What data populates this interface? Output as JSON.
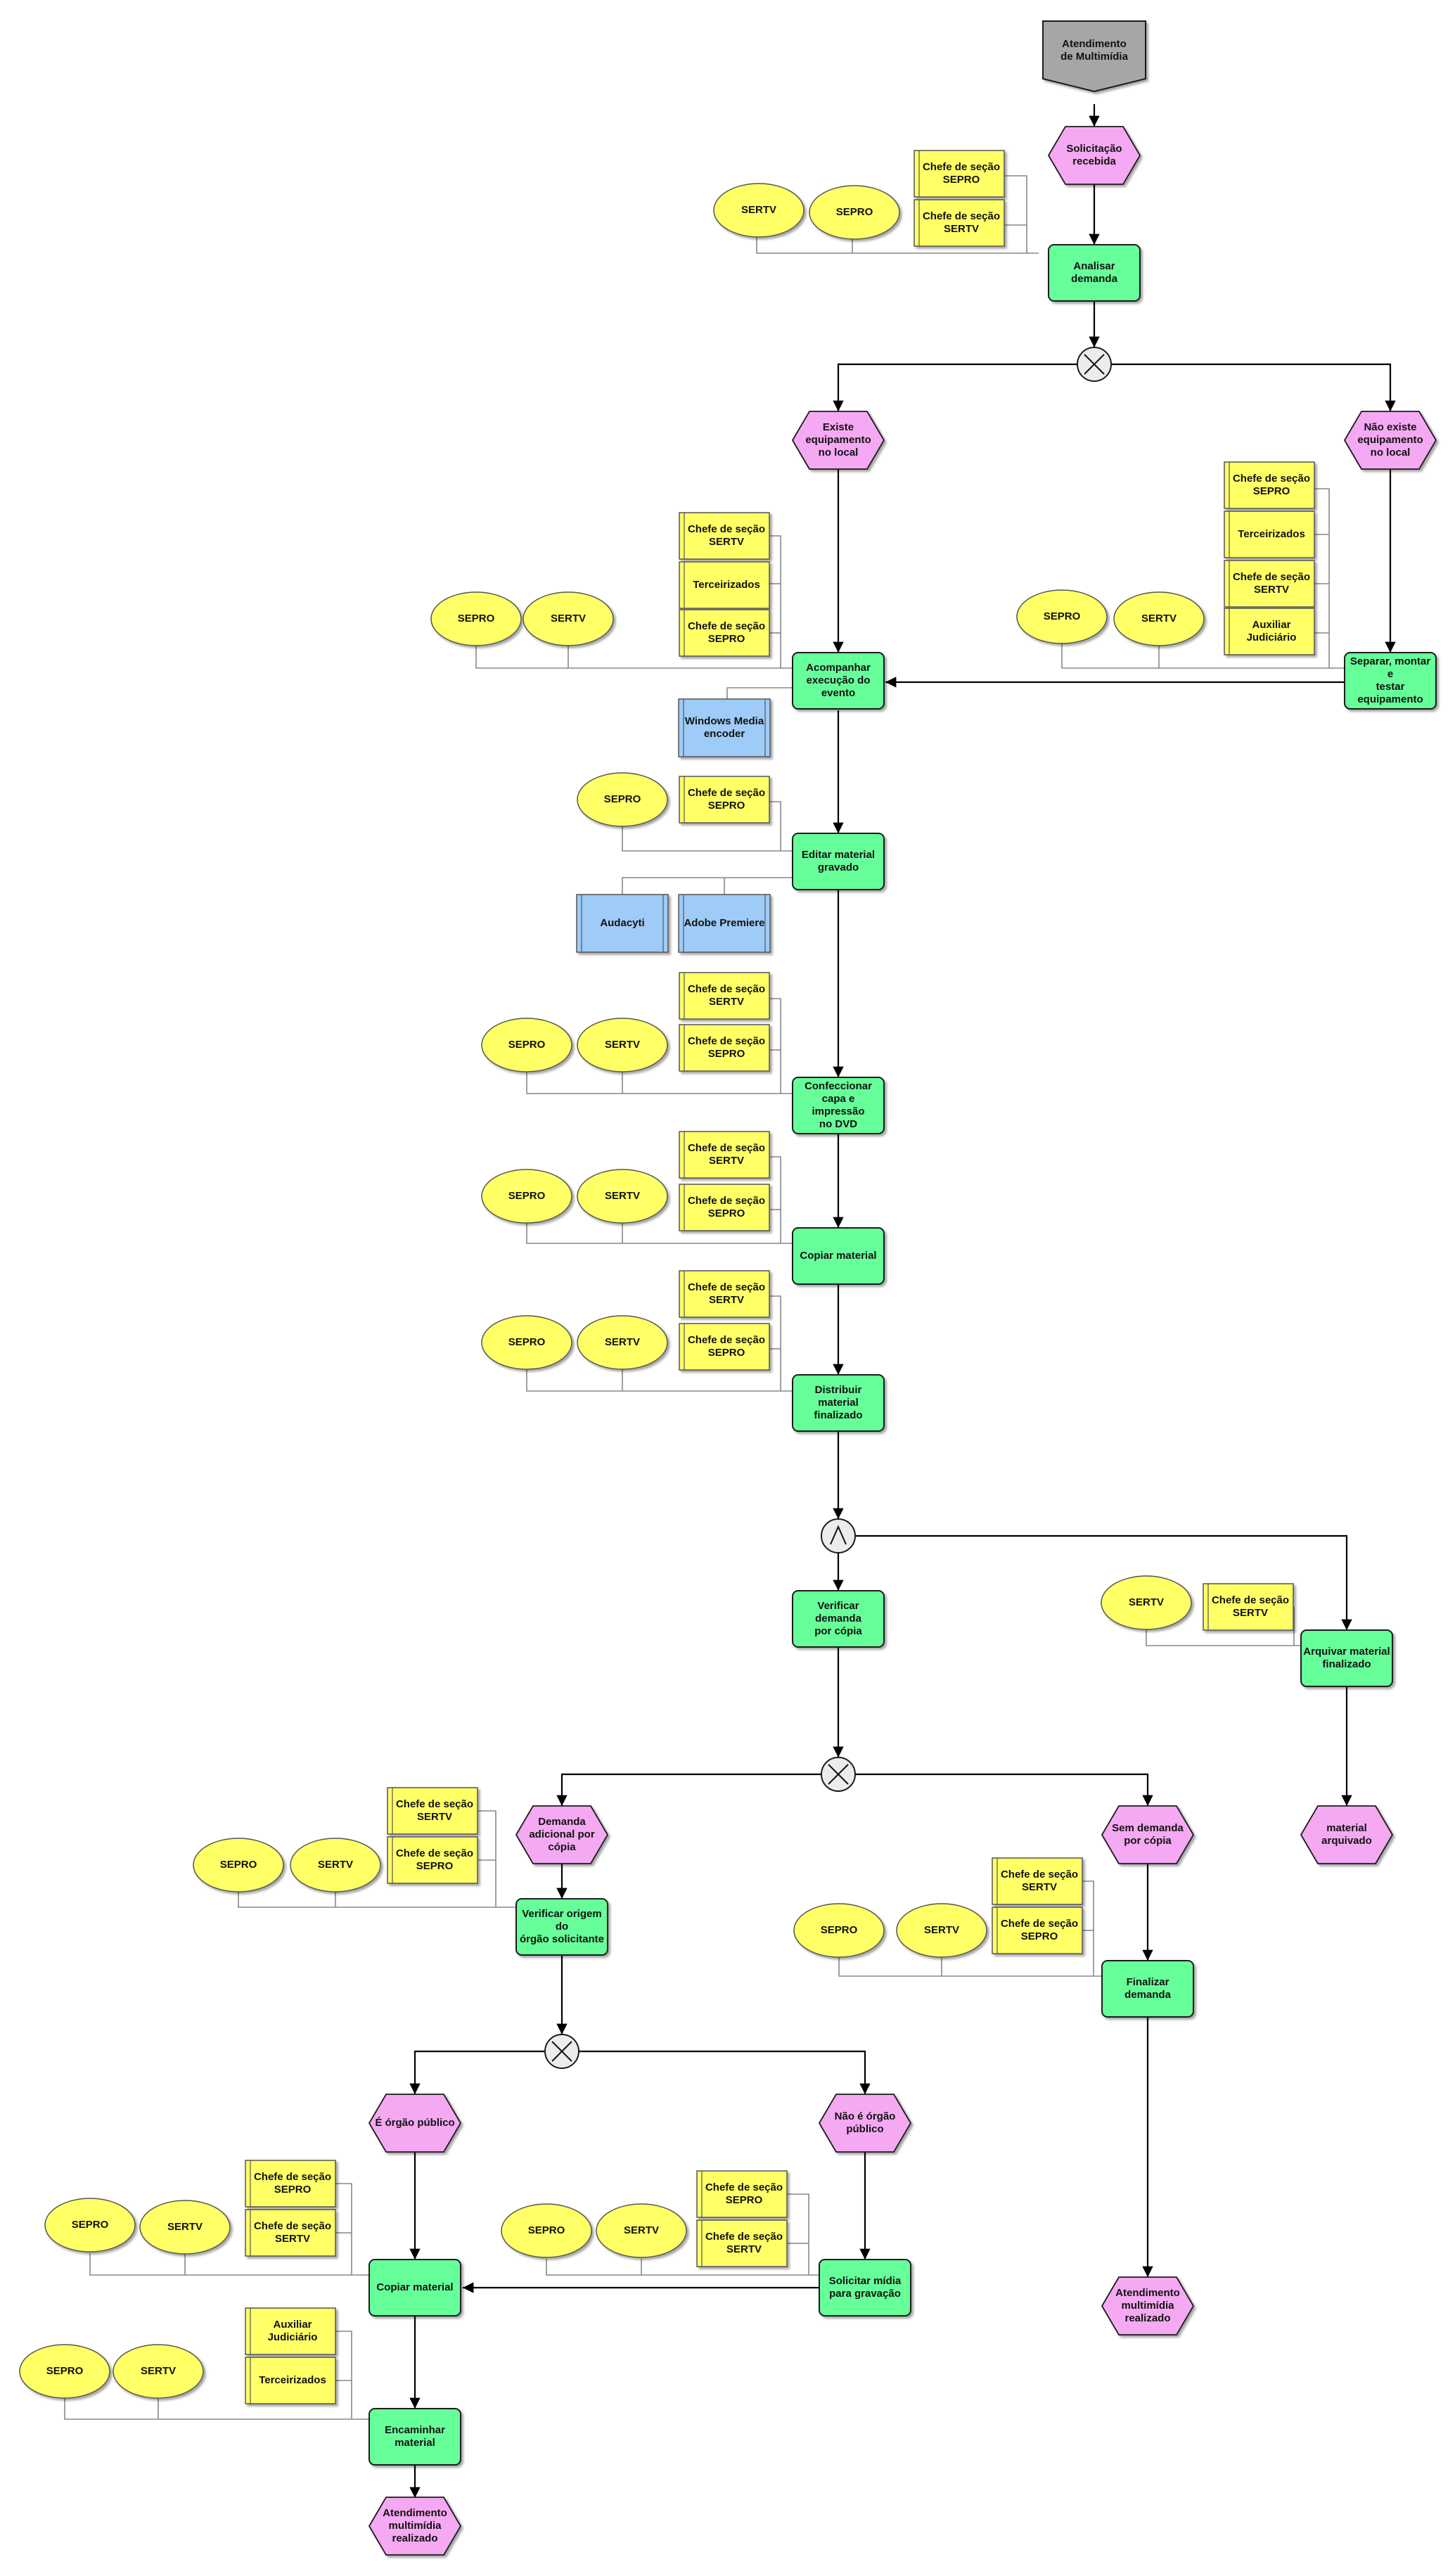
{
  "colors": {
    "function": "#66ff99",
    "event": "#f5a9f2",
    "org_unit": "#ffff66",
    "role": "#ffff66",
    "system": "#9ecbf7",
    "start": "#a6a6a6",
    "connector": "#000000",
    "assoc": "#888888"
  },
  "start_event": [
    "Atendimento",
    "de Multimídia"
  ],
  "events": {
    "solicitacao_recebida": [
      "Solicitação",
      "recebida"
    ],
    "existe_equipamento": [
      "Existe",
      "equipamento",
      "no local"
    ],
    "nao_existe_equipamento": [
      "Não existe",
      "equipamento",
      "no local"
    ],
    "demanda_adicional": [
      "Demanda",
      "adicional por",
      "cópia"
    ],
    "sem_demanda": [
      "Sem demanda",
      "por cópia"
    ],
    "material_arquivado": [
      "material",
      "arquivado"
    ],
    "e_orgao_publico": [
      "É órgão público"
    ],
    "nao_e_orgao_publico": [
      "Não é órgão",
      "público"
    ],
    "atendimento_realizado_1": [
      "Atendimento",
      "multimídia",
      "realizado"
    ],
    "atendimento_realizado_2": [
      "Atendimento",
      "multimídia",
      "realizado"
    ]
  },
  "functions": {
    "analisar_demanda": [
      "Analisar",
      "demanda"
    ],
    "acompanhar_execucao": [
      "Acompanhar",
      "execução do",
      "evento"
    ],
    "separar_montar": [
      "Separar, montar",
      "e",
      "testar",
      "equipamento"
    ],
    "editar_material": [
      "Editar material",
      "gravado"
    ],
    "confeccionar_capa": [
      "Confeccionar",
      "capa e",
      "impressão",
      "no DVD"
    ],
    "copiar_material_1": [
      "Copiar material"
    ],
    "distribuir_material": [
      "Distribuir",
      "material",
      "finalizado"
    ],
    "verificar_demanda": [
      "Verificar",
      "demanda",
      "por cópia"
    ],
    "arquivar_material": [
      "Arquivar material",
      "finalizado"
    ],
    "verificar_origem": [
      "Verificar origem",
      "do",
      "órgão solicitante"
    ],
    "finalizar_demanda": [
      "Finalizar",
      "demanda"
    ],
    "copiar_material_2": [
      "Copiar material"
    ],
    "solicitar_midia": [
      "Solicitar mídia",
      "para gravação"
    ],
    "encaminhar_material": [
      "Encaminhar",
      "material"
    ]
  },
  "connectors": {
    "xor_1": "XOR",
    "and_1": "AND",
    "xor_2": "XOR",
    "xor_3": "XOR"
  },
  "org_units": {
    "sertv": "SERTV",
    "sepro": "SEPRO"
  },
  "roles": {
    "chefe_sepro": [
      "Chefe de seção",
      "SEPRO"
    ],
    "chefe_sertv": [
      "Chefe de seção",
      "SERTV"
    ],
    "terceirizados": [
      "Terceirizados"
    ],
    "auxiliar": [
      "Auxiliar",
      "Judiciário"
    ]
  },
  "systems": {
    "windows_media": [
      "Windows Media",
      "encoder"
    ],
    "audacyti": [
      "Audacyti"
    ],
    "adobe_premiere": [
      "Adobe Premiere"
    ]
  }
}
